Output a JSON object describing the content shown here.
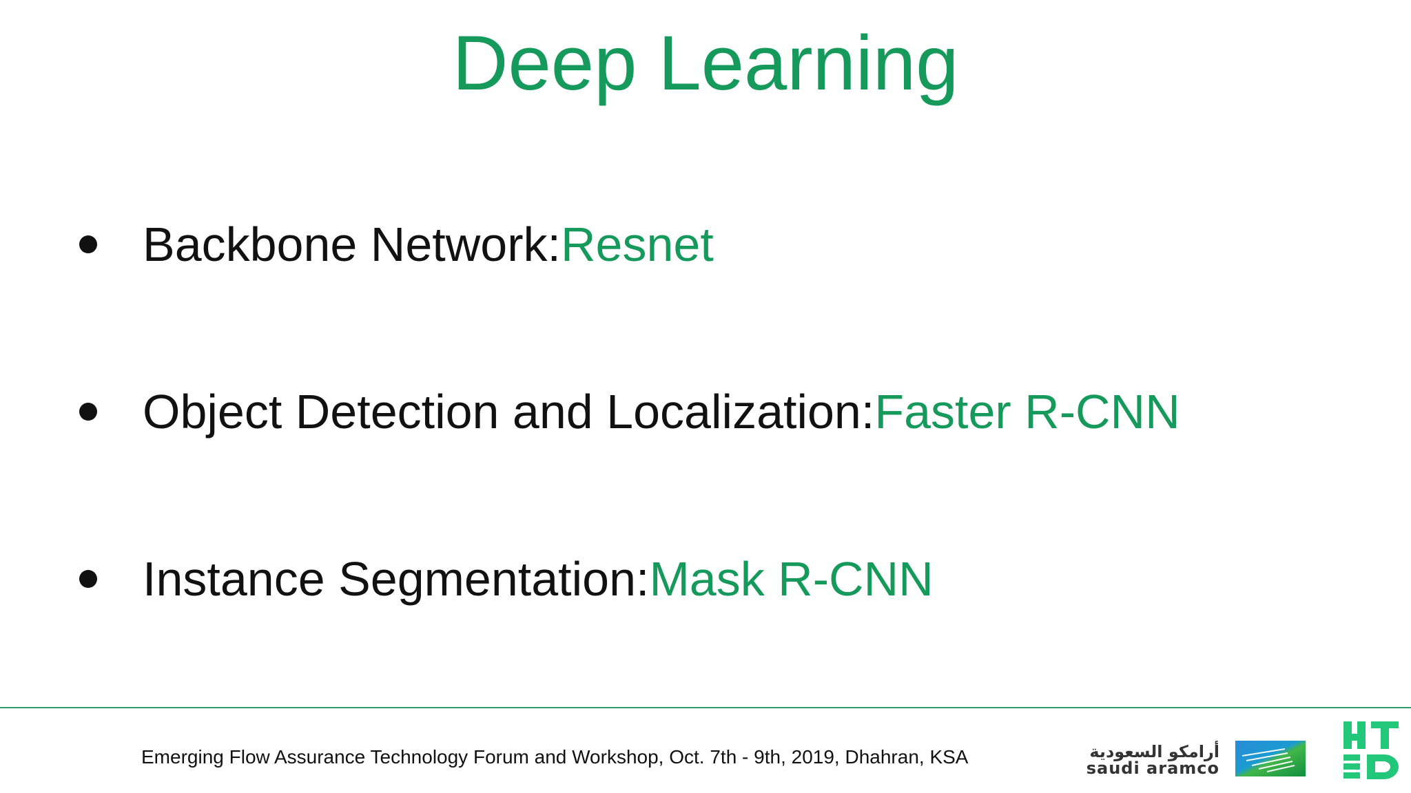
{
  "slide": {
    "title": "Deep Learning",
    "bullets": [
      {
        "label": "Backbone Network: ",
        "value": "Resnet"
      },
      {
        "label": "Object Detection and Localization: ",
        "value": "Faster R-CNN"
      },
      {
        "label": "Instance Segmentation: ",
        "value": "Mask R-CNN"
      }
    ]
  },
  "footer": {
    "event_text": "Emerging Flow Assurance Technology Forum and Workshop, Oct. 7th - 9th, 2019, Dhahran, KSA",
    "logos": {
      "aramco_arabic": "أرامكو السعودية",
      "aramco_latin": "saudi aramco",
      "hd_logo_icon": "hd-logo-icon",
      "aramco_emblem_icon": "aramco-emblem-icon"
    }
  },
  "colors": {
    "accent_green": "#159a5b",
    "text_dark": "#111111",
    "rule_green": "#2f9b67"
  }
}
